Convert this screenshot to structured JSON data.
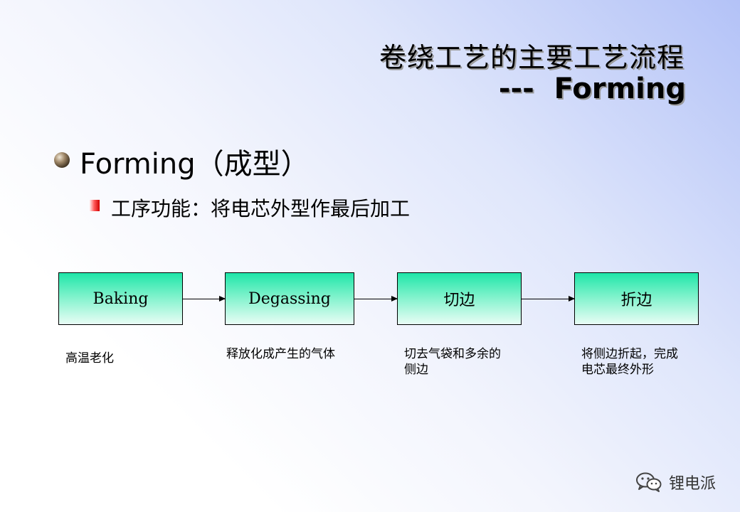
{
  "slide": {
    "title_line1": "卷绕工艺的主要工艺流程",
    "title_line2": "---  Forming",
    "bullet1": "Forming（成型）",
    "bullet2": "工序功能：将电芯外型作最后加工"
  },
  "flow": {
    "steps": [
      {
        "label": "Baking",
        "desc": "高温老化"
      },
      {
        "label": "Degassing",
        "desc": "释放化成产生的气体"
      },
      {
        "label": "切边",
        "desc_line1": "切去气袋和多余的",
        "desc_line2": "侧边"
      },
      {
        "label": "折边",
        "desc_line1": "将侧边折起，完成",
        "desc_line2": "电芯最终外形"
      }
    ]
  },
  "watermark": {
    "text": "锂电派",
    "icon": "wechat-icon"
  }
}
